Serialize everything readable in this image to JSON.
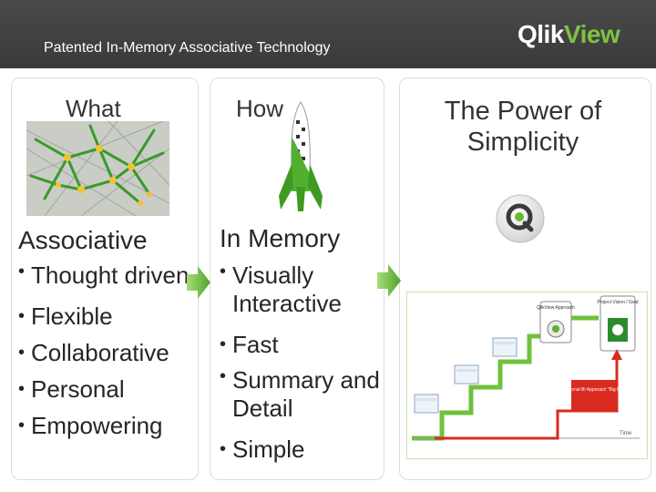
{
  "header": {
    "subtitle": "Patented In-Memory Associative Technology",
    "logo_part1": "Qlik",
    "logo_part2": "View"
  },
  "columns": {
    "what": {
      "title": "What",
      "heading": "Associative",
      "items": [
        "Thought driven",
        "Flexible",
        "Collaborative",
        "Personal",
        "Empowering"
      ]
    },
    "how": {
      "title": "How",
      "heading": "In Memory",
      "items": [
        "Visually Interactive",
        "Fast",
        "Summary and Detail",
        "Simple"
      ]
    },
    "power": {
      "title": "The Power of Simplicity"
    }
  },
  "diagram": {
    "qlikview_label": "QlikView Approach",
    "project_label": "Project Vision / Goal",
    "traditional_label": "Traditional BI Approach \"Big Bang\"",
    "time_label": "Time"
  },
  "colors": {
    "accent_green": "#7fc241",
    "traditional_red": "#d92b1f"
  }
}
